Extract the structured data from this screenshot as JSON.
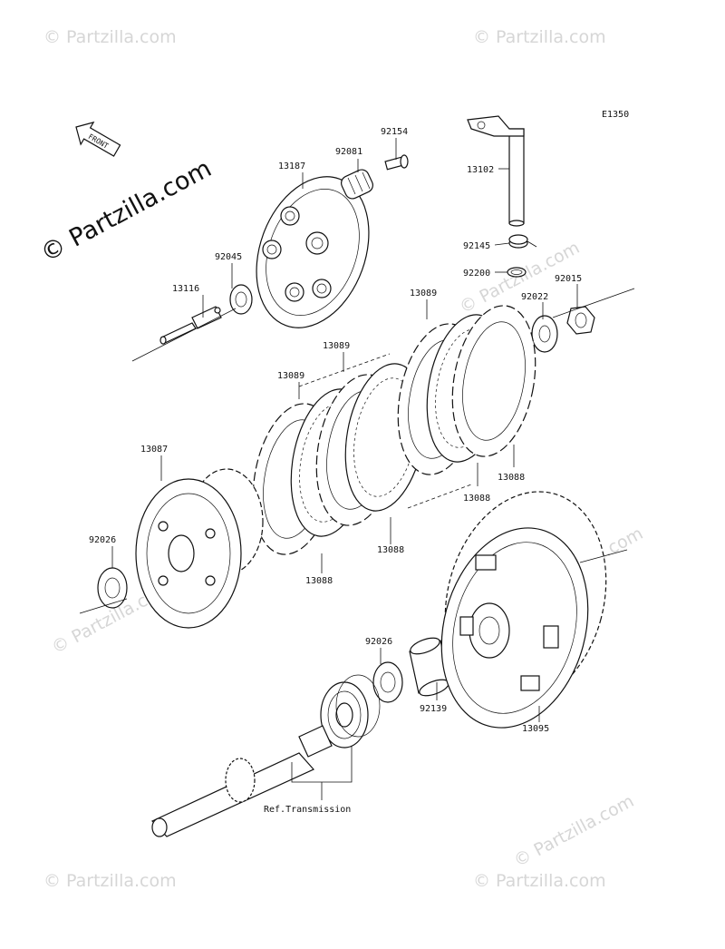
{
  "diagram": {
    "drawing_code": "E1350",
    "front_label": "FRONT",
    "reference_label": "Ref.Transmission",
    "brand_text": "© Partzilla.com",
    "watermark_text": "© Partzilla.com",
    "parts": [
      {
        "id": "p13187",
        "number": "13187"
      },
      {
        "id": "p92081",
        "number": "92081"
      },
      {
        "id": "p92154",
        "number": "92154"
      },
      {
        "id": "p13102",
        "number": "13102"
      },
      {
        "id": "p92045",
        "number": "92045"
      },
      {
        "id": "p13116",
        "number": "13116"
      },
      {
        "id": "p92145",
        "number": "92145"
      },
      {
        "id": "p92200",
        "number": "92200"
      },
      {
        "id": "p92015",
        "number": "92015"
      },
      {
        "id": "p92022",
        "number": "92022"
      },
      {
        "id": "p13089a",
        "number": "13089"
      },
      {
        "id": "p13089b",
        "number": "13089"
      },
      {
        "id": "p13089c",
        "number": "13089"
      },
      {
        "id": "p13087",
        "number": "13087"
      },
      {
        "id": "p92026a",
        "number": "92026"
      },
      {
        "id": "p13088a",
        "number": "13088"
      },
      {
        "id": "p13088b",
        "number": "13088"
      },
      {
        "id": "p13088c",
        "number": "13088"
      },
      {
        "id": "p13088d",
        "number": "13088"
      },
      {
        "id": "p92026b",
        "number": "92026"
      },
      {
        "id": "p92139",
        "number": "92139"
      },
      {
        "id": "p13095",
        "number": "13095"
      }
    ]
  }
}
